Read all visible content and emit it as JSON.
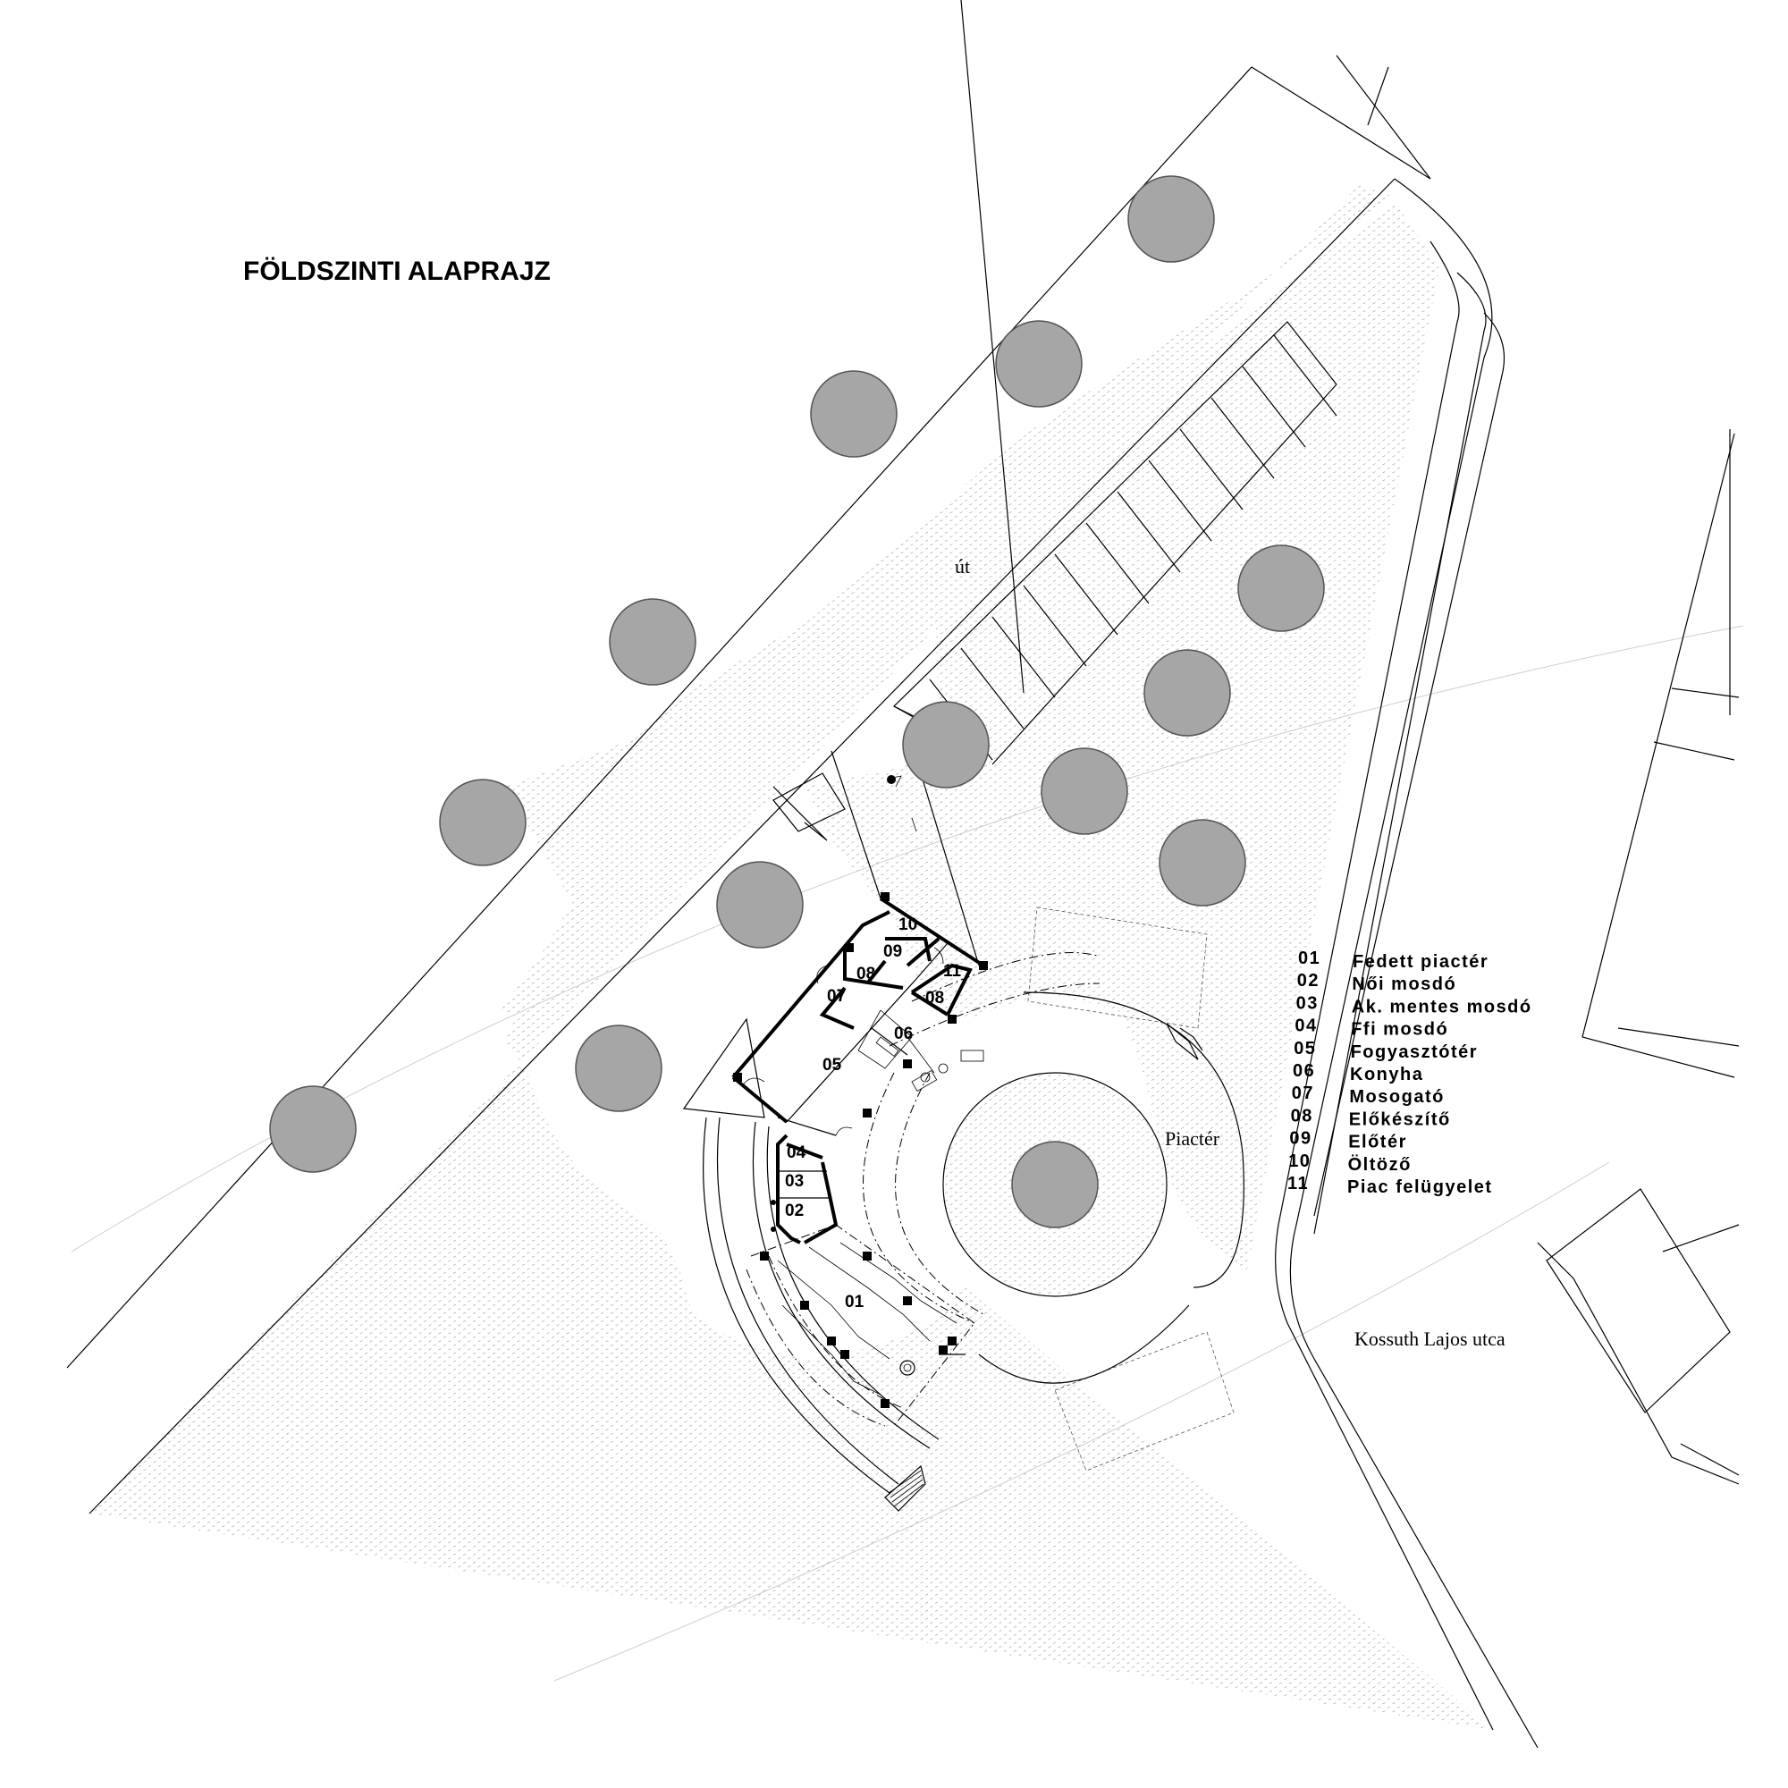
{
  "title": "FÖLDSZINTI ALAPRAJZ",
  "labels": {
    "road": "út",
    "square": "Piactér",
    "street": "Kossuth Lajos utca"
  },
  "rooms": [
    {
      "code": "01",
      "name": "Fedett piactér"
    },
    {
      "code": "02",
      "name": "Női mosdó"
    },
    {
      "code": "03",
      "name": "Ak. mentes mosdó"
    },
    {
      "code": "04",
      "name": "Ffi mosdó"
    },
    {
      "code": "05",
      "name": "Fogyasztótér"
    },
    {
      "code": "06",
      "name": "Konyha"
    },
    {
      "code": "07",
      "name": "Mosogató"
    },
    {
      "code": "08",
      "name": "Előkészítő"
    },
    {
      "code": "09",
      "name": "Előtér"
    },
    {
      "code": "10",
      "name": "Öltöző"
    },
    {
      "code": "11",
      "name": "Piac felügyelet"
    }
  ],
  "plan_rooms": [
    "10",
    "09",
    "08",
    "11",
    "07",
    "08",
    "06",
    "05",
    "04",
    "03",
    "02",
    "01"
  ],
  "colors": {
    "canopy": "#a6a6a6",
    "ink": "#000000",
    "hatch": "#b5b5b5"
  }
}
